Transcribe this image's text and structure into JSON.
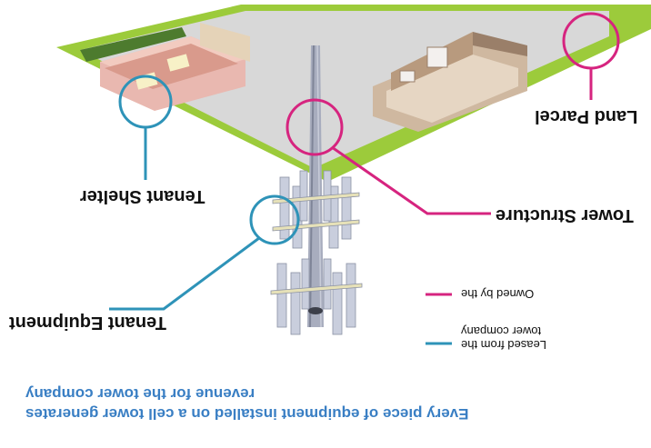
{
  "labels": {
    "land_parcel": "Land Parcel",
    "tenant_shelter": "Tenant Shelter",
    "tower_structure": "Tower Structure",
    "tenant_equipment": "Tenant Equipment"
  },
  "legend": {
    "owned_text": "Owned by the",
    "leased_line1": "Leased from the",
    "leased_line2": "tower company"
  },
  "caption": {
    "line1": "Every piece of equipment installed on a cell tower generates",
    "line2": "revenue for the tower company"
  },
  "colors": {
    "owned": "#d6247f",
    "leased": "#2e93b8",
    "caption": "#3a7fc4",
    "grass": "#9ccb3b",
    "ground": "#d9d9d9"
  }
}
